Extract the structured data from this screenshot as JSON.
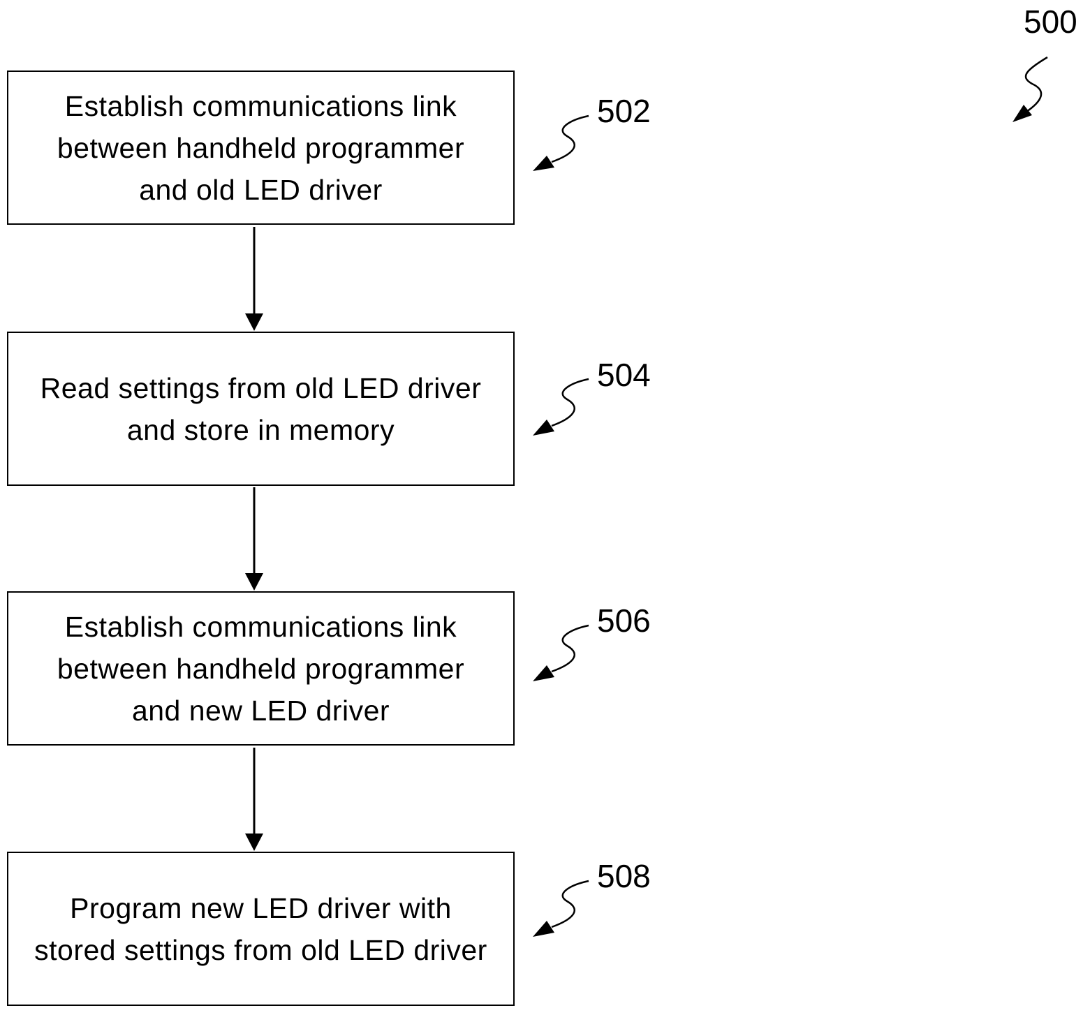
{
  "figure": {
    "ref": "500"
  },
  "steps": [
    {
      "ref": "502",
      "text": "Establish communications link between handheld programmer and old LED driver",
      "lines": [
        "Establish communications link",
        "between handheld programmer",
        "and old LED driver"
      ]
    },
    {
      "ref": "504",
      "text": "Read settings from old LED driver and store in memory",
      "lines": [
        "Read settings from old LED driver",
        "and store in memory"
      ]
    },
    {
      "ref": "506",
      "text": "Establish communications link between handheld programmer and new LED driver",
      "lines": [
        "Establish communications link",
        "between handheld programmer",
        "and new LED driver"
      ]
    },
    {
      "ref": "508",
      "text": "Program new LED driver with stored settings from old LED driver",
      "lines": [
        "Program new LED driver with",
        "stored settings from old LED driver"
      ]
    }
  ]
}
